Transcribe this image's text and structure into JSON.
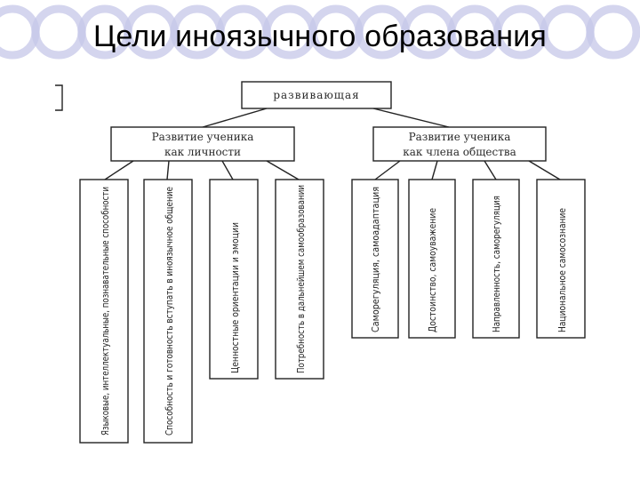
{
  "slide": {
    "title": "Цели иноязычного образования",
    "accent_color": "#c5c7e8"
  },
  "diagram": {
    "root": "развивающая",
    "branch_left": {
      "line1": "Развитие ученика",
      "line2": "как личности"
    },
    "branch_right": {
      "line1": "Развитие ученика",
      "line2": "как члена общества"
    },
    "left_leaves": [
      "Языковые, интеллектуальные, познавательные способности",
      "Способность и готовность вступать в иноязычное общение",
      "Ценностные ориентации и эмоции",
      "Потребность в дальнейшем самообразовании"
    ],
    "right_leaves": [
      "Саморегуляция, самоадаптация",
      "Достоинство, самоуважение",
      "Направленность, саморегуляция",
      "Национальное самосознание"
    ]
  }
}
